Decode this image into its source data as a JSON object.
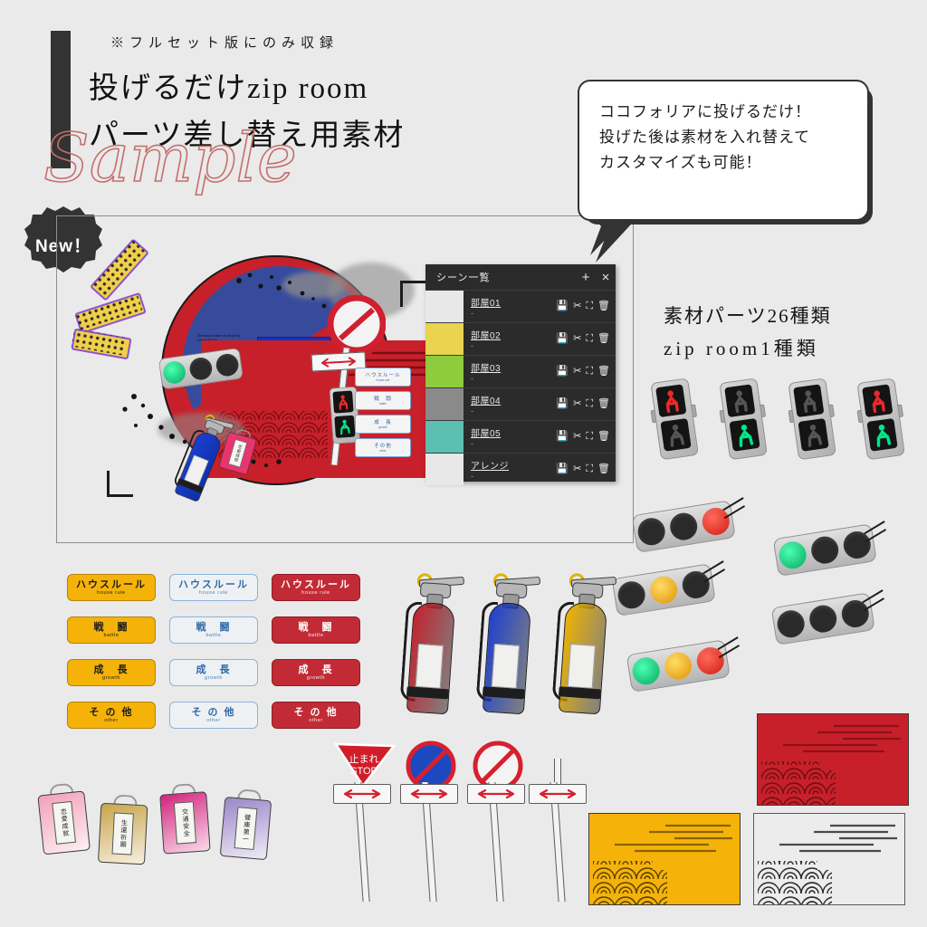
{
  "page": {
    "bg_color": "#eaeaea"
  },
  "header": {
    "sub": "※フルセット版にのみ収録",
    "line1": "投げるだけzip room",
    "line2": "パーツ差し替え用素材",
    "script_word": "Sample",
    "script_color": "#c4706c",
    "bar_color": "#333333"
  },
  "badge": {
    "label": "New！",
    "color": "#333333"
  },
  "bubble": {
    "line1": "ココフォリアに投げるだけ！",
    "line2": "投げた後は素材を入れ替えて",
    "line3": "カスタマイズも可能！"
  },
  "right_caption": {
    "line1": "素材パーツ26種類",
    "line2": "zip room1種類"
  },
  "scene_window": {
    "title": "シーン一覧",
    "add_icon": "+",
    "close_icon": "×",
    "action_icons": [
      "save-icon",
      "cut-icon",
      "hide-icon",
      "trash-icon"
    ],
    "rows": [
      {
        "name": "部屋01",
        "sub": "-",
        "color": "#e8e8e8"
      },
      {
        "name": "部屋02",
        "sub": "-",
        "color": "#e9d34f"
      },
      {
        "name": "部屋03",
        "sub": "-",
        "color": "#8ccc3d"
      },
      {
        "name": "部屋04",
        "sub": "-",
        "color": "#8a8a8a"
      },
      {
        "name": "部屋05",
        "sub": "-",
        "color": "#5dbfb0"
      },
      {
        "name": "アレンジ",
        "sub": "-",
        "color": "#e8e8e8"
      }
    ]
  },
  "collage": {
    "credit_text": "The session room was created by Ainomukibashi",
    "mini_tags": [
      {
        "jp": "ハウスルール",
        "en": "house rule"
      },
      {
        "jp": "戦　闘",
        "en": "battle"
      },
      {
        "jp": "成　長",
        "en": "growth"
      },
      {
        "jp": "その他",
        "en": "other"
      }
    ]
  },
  "tags": {
    "rows": [
      {
        "jp": "ハウスルール",
        "en": "house rule"
      },
      {
        "jp": "戦　闘",
        "en": "battle"
      },
      {
        "jp": "成　長",
        "en": "growth"
      },
      {
        "jp": "そ の 他",
        "en": "other"
      }
    ],
    "styles": [
      "y",
      "b",
      "r"
    ],
    "colors": {
      "yellow": "#f5b30a",
      "blue": "#eef1f3",
      "red": "#c22b36"
    }
  },
  "pedestrian_signals": [
    {
      "top": "red-on",
      "bottom": "off"
    },
    {
      "top": "off",
      "bottom": "green-on"
    },
    {
      "top": "off",
      "bottom": "off"
    },
    {
      "top": "red-on",
      "bottom": "green-on"
    }
  ],
  "traffic_lights": [
    {
      "lamps": [
        "off",
        "off",
        "red"
      ]
    },
    {
      "lamps": [
        "green",
        "off",
        "off"
      ]
    },
    {
      "lamps": [
        "off",
        "amber",
        "off"
      ]
    },
    {
      "lamps": [
        "off",
        "off",
        "off"
      ]
    },
    {
      "lamps": [
        "green",
        "amber",
        "red"
      ]
    }
  ],
  "fire_extinguishers": [
    {
      "color": "#c4212c"
    },
    {
      "color": "#1c3fd0"
    },
    {
      "color": "#f0b400"
    }
  ],
  "road_signs": [
    {
      "type": "stop-triangle",
      "jp": "止まれ",
      "en": "STOP"
    },
    {
      "type": "no-parking-circle",
      "jp": "",
      "en": ""
    },
    {
      "type": "no-stopping-circle",
      "jp": "",
      "en": ""
    },
    {
      "type": "blank-pole",
      "jp": "",
      "en": ""
    }
  ],
  "omamori": [
    {
      "label": "恋愛成就",
      "color": "#f2a0b8"
    },
    {
      "label": "生還祈願",
      "color": "#c9a44a"
    },
    {
      "label": "交通安全",
      "color": "#d4237e"
    },
    {
      "label": "健康第一",
      "color": "#9b86c9"
    }
  ],
  "cards": [
    {
      "name": "red-card",
      "color": "#c8202a",
      "line_color": "#8e1118"
    },
    {
      "name": "gold-card",
      "color": "#f5b30a",
      "line_color": "#8a6200"
    },
    {
      "name": "white-card",
      "color": "#ececec",
      "line_color": "#4a4a4a"
    }
  ]
}
